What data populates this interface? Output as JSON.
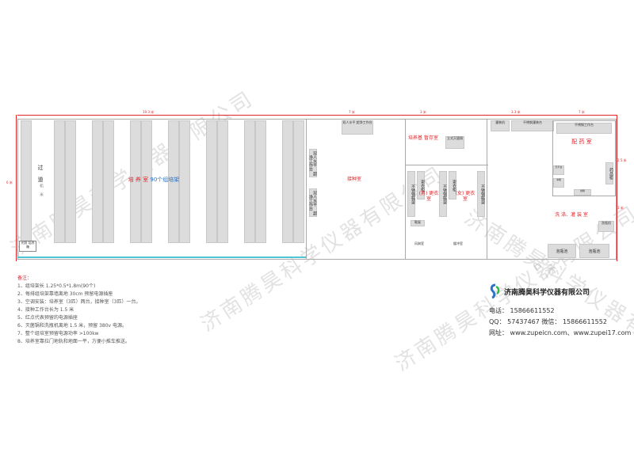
{
  "dims": {
    "total": "19.3 米",
    "d2": "7 米",
    "d3": "3 米",
    "d4": "3.3 米",
    "d5": "7 米",
    "height": "6 米",
    "right_h1": "2.5 米",
    "right_h2": "3 米"
  },
  "rooms": {
    "culture": "培 养 室",
    "culture_racks": "90个组培架",
    "corridor": "过 道",
    "corridor_sub": "机 米",
    "light_shelf": "光照 培养箱",
    "inoculation": "接种室",
    "clean_bench": "双人水平 超净工作台",
    "incubator_temp": "培养基 暂存室",
    "male_locker": "(男) 更衣室",
    "female_locker": "(女) 更衣室",
    "shoe_rack": "鞋架",
    "air_shower": "风淋室",
    "buffer": "缓冲室",
    "dispense": "配 药 室",
    "wash": "洗 涤、灌 装 室",
    "pool1": "泡瓶池",
    "pool2": "泡瓶池",
    "washer": "洗瓶机",
    "filler": "灌装机",
    "ss_filling_bench": "不锈钢灌装台",
    "ss_bench": "不锈钢工作台",
    "pharma_cabinet": "药品柜",
    "medicine_cabinet": "药品柜",
    "fridge": "冰箱",
    "balance_bench": "天平台",
    "autoclave": "立式灭菌锅",
    "locker": "更衣柜",
    "ss_shoe": "不锈钢鞋架",
    "drying": "烘箱"
  },
  "notes": {
    "title": "备注：",
    "items": [
      "1、组培架长 1.25*0.5*1.8m(90个)",
      "2、每排组培架靠墙离地 30cm 预留电源插座",
      "3、空调安装：培养室（3匹）两台，接种室（3匹）一台。",
      "4、接种工作台长为 1.5 米",
      "5、红点代表预留的电源插座",
      "6、灭菌锅和洗瓶机离地 1.5 米，预留 380v 电源。",
      "7、整个组培室预留电源功率 >100kw",
      "8、培养室靠拉门地轨和地面一平，方便小推车推送。"
    ]
  },
  "company": {
    "name": "济南腾昊科学仪器有限公司",
    "phone": "电话：      15866611552",
    "qq": "QQ：  57437467    微信：   15866611552",
    "web": "网址：  www.zupeicn.com、www.zupei17.com"
  },
  "watermark": "济南腾昊科学仪器有限公司"
}
